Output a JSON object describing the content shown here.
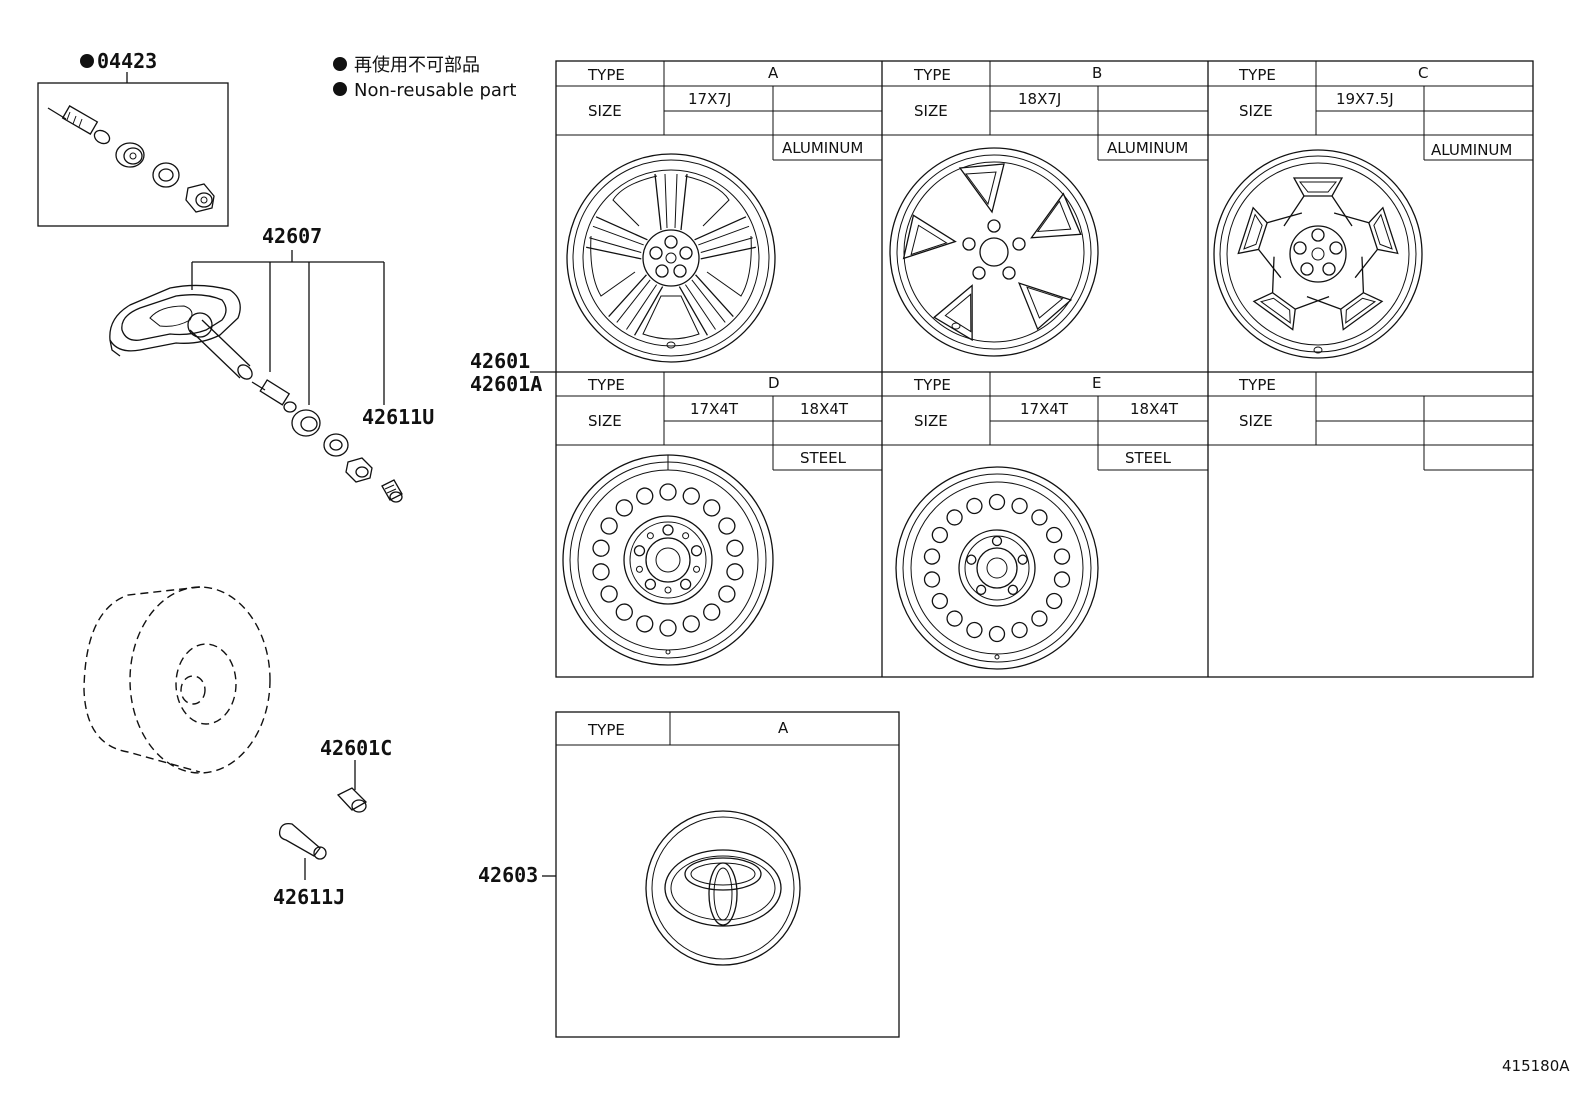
{
  "legend": {
    "jp": "再使用不可部品",
    "en": "Non-reusable part"
  },
  "parts": {
    "p04423": "04423",
    "p42607": "42607",
    "p42611U": "42611U",
    "p42601": "42601",
    "p42601A": "42601A",
    "p42601C": "42601C",
    "p42611J": "42611J",
    "p42603": "42603"
  },
  "table": {
    "type_label": "TYPE",
    "size_label": "SIZE",
    "columns": [
      {
        "type": "A",
        "sizes": [
          "17X7J",
          ""
        ],
        "material": "ALUMINUM"
      },
      {
        "type": "B",
        "sizes": [
          "18X7J",
          ""
        ],
        "material": "ALUMINUM"
      },
      {
        "type": "C",
        "sizes": [
          "19X7.5J",
          ""
        ],
        "material": "ALUMINUM"
      },
      {
        "type": "D",
        "sizes": [
          "17X4T",
          "18X4T"
        ],
        "material": "STEEL"
      },
      {
        "type": "E",
        "sizes": [
          "17X4T",
          "18X4T"
        ],
        "material": "STEEL"
      },
      {
        "type": "",
        "sizes": [
          "",
          ""
        ],
        "material": ""
      }
    ]
  },
  "cap_table": {
    "type_label": "TYPE",
    "type": "A"
  },
  "ref_code": "415180A"
}
